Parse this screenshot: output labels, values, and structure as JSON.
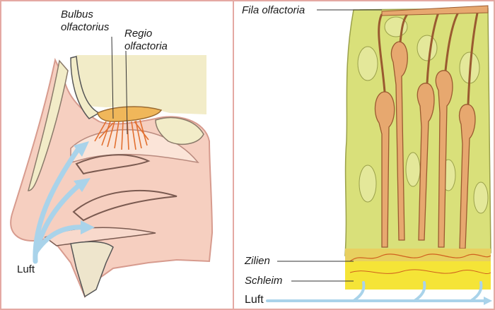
{
  "left_panel": {
    "labels": {
      "bulbus_line1": "Bulbus",
      "bulbus_line2": "olfactorius",
      "regio_line1": "Regio",
      "regio_line2": "olfactoria",
      "luft": "Luft"
    }
  },
  "right_panel": {
    "labels": {
      "fila": "Fila olfactoria",
      "zilien": "Zilien",
      "schleim": "Schleim",
      "luft": "Luft"
    }
  },
  "colors": {
    "tissue_pink": "#f6cfc0",
    "bone_beige": "#f2ecc8",
    "epithelium_yellow": "#d9e07a",
    "neuron_orange": "#e7a86f",
    "mucus_yellow": "#f5e437",
    "air_blue": "#a9d3ea",
    "border_pink": "#e4a9a3"
  }
}
